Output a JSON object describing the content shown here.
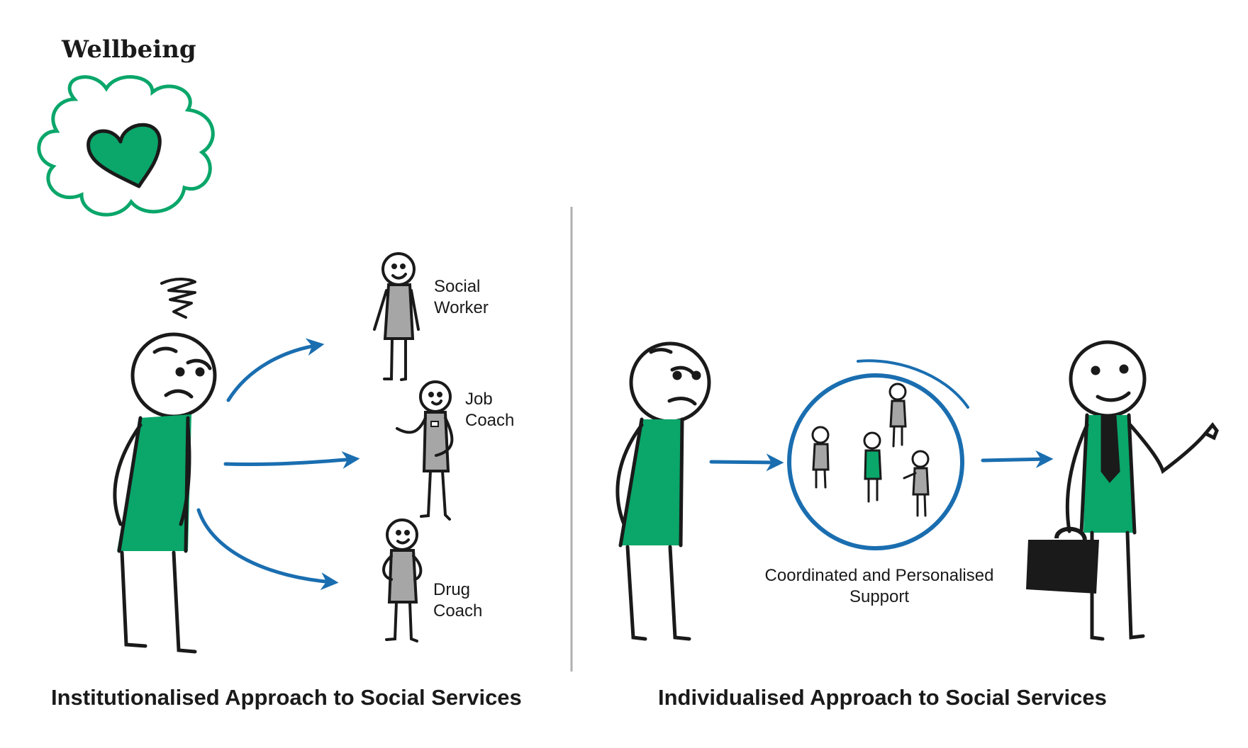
{
  "title": "Wellbeing",
  "roles": {
    "social_worker": [
      "Social",
      "Worker"
    ],
    "job_coach": [
      "Job",
      "Coach"
    ],
    "drug_coach": [
      "Drug",
      "Coach"
    ]
  },
  "support_label": [
    "Coordinated and Personalised",
    "Support"
  ],
  "captions": {
    "left": "Institutionalised Approach to Social Services",
    "right": "Individualised Approach to Social Services"
  },
  "colors": {
    "green": "#0aa66a",
    "blue": "#1a6eb0",
    "grey": "#a6a6a6",
    "ink": "#1a1a1a",
    "divider": "#b0b0b0"
  },
  "icons": [
    "wellbeing-heart-cloud-icon",
    "stress-squiggle-icon",
    "briefcase-icon"
  ]
}
